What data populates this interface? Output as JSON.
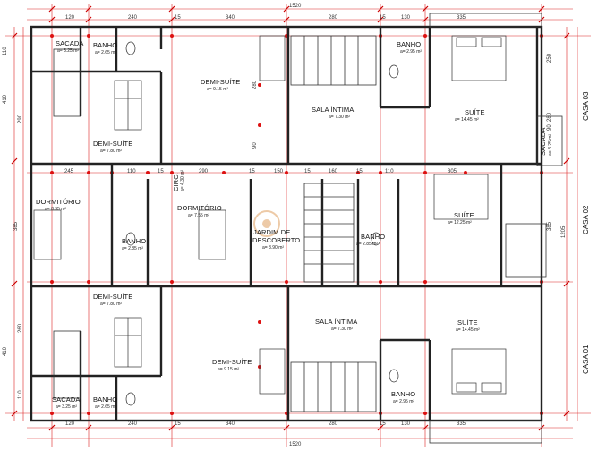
{
  "casas": {
    "casa1": "CASA 01",
    "casa2": "CASA 02",
    "casa3": "CASA 03"
  },
  "dims": {
    "top": {
      "total": "1520",
      "d120": "120",
      "d240": "240",
      "d15a": "15",
      "d340": "340",
      "d280": "280",
      "d15b": "15",
      "d130": "130",
      "d335": "335"
    },
    "bottom": {
      "total": "1520",
      "d120": "120",
      "d240": "240",
      "d15a": "15",
      "d340": "340",
      "d280": "280",
      "d15b": "15",
      "d130": "130",
      "d335": "335"
    },
    "middle": {
      "d245": "245",
      "d110a": "110",
      "d15a": "15",
      "d290": "290",
      "d15b": "15",
      "d150": "150",
      "d15c": "15",
      "d160": "160",
      "d15d": "15",
      "d110b": "110",
      "d305": "305"
    },
    "left": {
      "d110a": "110",
      "d410a": "410",
      "d290": "290",
      "d385": "385",
      "d260": "260",
      "d410b": "410",
      "d110b": "110"
    },
    "right": {
      "d1205": "1205",
      "d90": "90",
      "d250": "250",
      "d280": "280",
      "d385": "385"
    },
    "inner": {
      "d280": "280",
      "d90": "90"
    }
  },
  "casa3": {
    "sacada": {
      "name": "SACADA",
      "area": "a= 3.25 m²"
    },
    "banho1": {
      "name": "BANHO",
      "area": "a= 2.65 m²"
    },
    "demi1": {
      "name": "DEMI-SUÍTE",
      "area": "a= 9.15 m²"
    },
    "demi2": {
      "name": "DEMI-SUÍTE",
      "area": "a= 7.80 m²"
    },
    "sala": {
      "name": "SALA ÍNTIMA",
      "area": "a= 7.30 m²"
    },
    "banho2": {
      "name": "BANHO",
      "area": "a= 2.95 m²"
    },
    "suite": {
      "name": "SUÍTE",
      "area": "a= 14.45 m²"
    },
    "sacada2": {
      "name": "SACADA",
      "area": "a= 3.25 m²"
    }
  },
  "casa2": {
    "circ": {
      "name": "CIRC.",
      "area": "a= 4.30 m²"
    },
    "dorm1": {
      "name": "DORMITÓRIO",
      "area": "a= 8.95 m²"
    },
    "dorm2": {
      "name": "DORMITÓRIO",
      "area": "a= 7.55 m²"
    },
    "jardim": {
      "name1": "JARDIM DE",
      "name2": "DESCOBERTO",
      "area": "a= 3.90 m²"
    },
    "banho1": {
      "name": "BANHO",
      "area": "a= 2.85 m²"
    },
    "banho2": {
      "name": "BANHO",
      "area": "a= 2.85 m²"
    },
    "suite": {
      "name": "SUÍTE",
      "area": "a= 12.25 m²"
    }
  },
  "casa1": {
    "demi2": {
      "name": "DEMI-SUÍTE",
      "area": "a= 7.80 m²"
    },
    "sala": {
      "name": "SALA ÍNTIMA",
      "area": "a= 7.30 m²"
    },
    "suite": {
      "name": "SUÍTE",
      "area": "a= 14.45 m²"
    },
    "demi1": {
      "name": "DEMI-SUÍTE",
      "area": "a= 9.15 m²"
    },
    "sacada": {
      "name": "SACADA",
      "area": "a= 3.25 m²"
    },
    "banho1": {
      "name": "BANHO",
      "area": "a= 2.65 m²"
    },
    "banho2": {
      "name": "BANHO",
      "area": "a= 2.95 m²"
    }
  },
  "colors": {
    "wall": "#222222",
    "dimension": "#dd2222",
    "marker": "#dd1111",
    "watermark": "#e0a060"
  }
}
